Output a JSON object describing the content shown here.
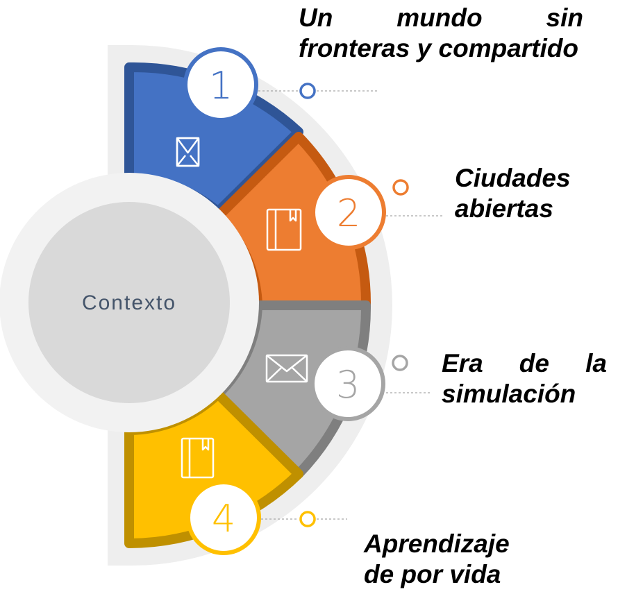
{
  "center": {
    "label": "Contexto"
  },
  "colors": {
    "background_arc": "#eeeeee",
    "center_circle": "#d9d9d9",
    "center_ring": "#f2f2f2",
    "connector": "#a6a6a6"
  },
  "items": [
    {
      "number": "1",
      "icon": "envelope-icon",
      "fill": "#4472c4",
      "border": "#2f5597",
      "caption_lines": [
        "Un mundo sin",
        "fronteras y compartido"
      ]
    },
    {
      "number": "2",
      "icon": "book-icon",
      "fill": "#ed7d31",
      "border": "#c55a11",
      "caption_lines": [
        "Ciudades",
        "abiertas"
      ]
    },
    {
      "number": "3",
      "icon": "envelope-icon",
      "fill": "#a5a5a5",
      "border": "#7f7f7f",
      "caption_lines": [
        "Era de la",
        "simulación"
      ]
    },
    {
      "number": "4",
      "icon": "book-icon",
      "fill": "#ffc000",
      "border": "#bf9000",
      "caption_lines": [
        "Aprendizaje",
        "de por vida"
      ]
    }
  ]
}
